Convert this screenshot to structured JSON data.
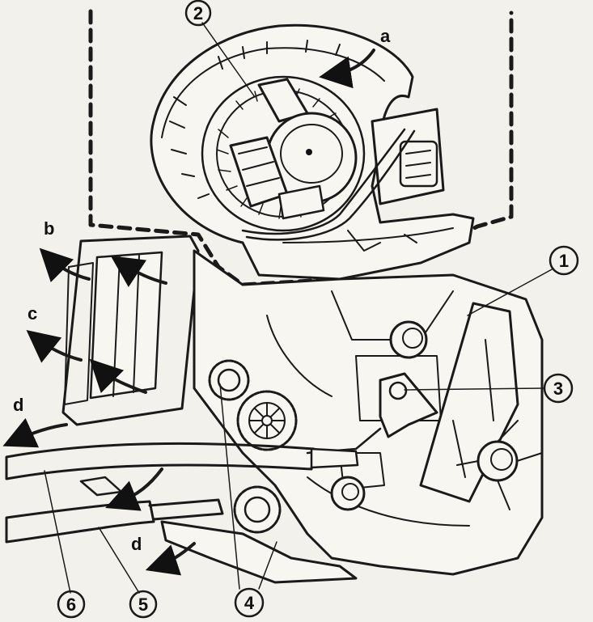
{
  "diagram": {
    "callouts": [
      {
        "id": "1",
        "label": "1"
      },
      {
        "id": "2",
        "label": "2"
      },
      {
        "id": "3",
        "label": "3"
      },
      {
        "id": "4",
        "label": "4"
      },
      {
        "id": "5",
        "label": "5"
      },
      {
        "id": "6",
        "label": "6"
      }
    ],
    "flow_labels": {
      "a": "a",
      "b": "b",
      "c": "c",
      "d_left": "d",
      "d_bottom": "d"
    },
    "colors": {
      "ink": "#1a1a1a",
      "paper": "#f2f1ec",
      "stipple": "#8a8a8a"
    }
  }
}
